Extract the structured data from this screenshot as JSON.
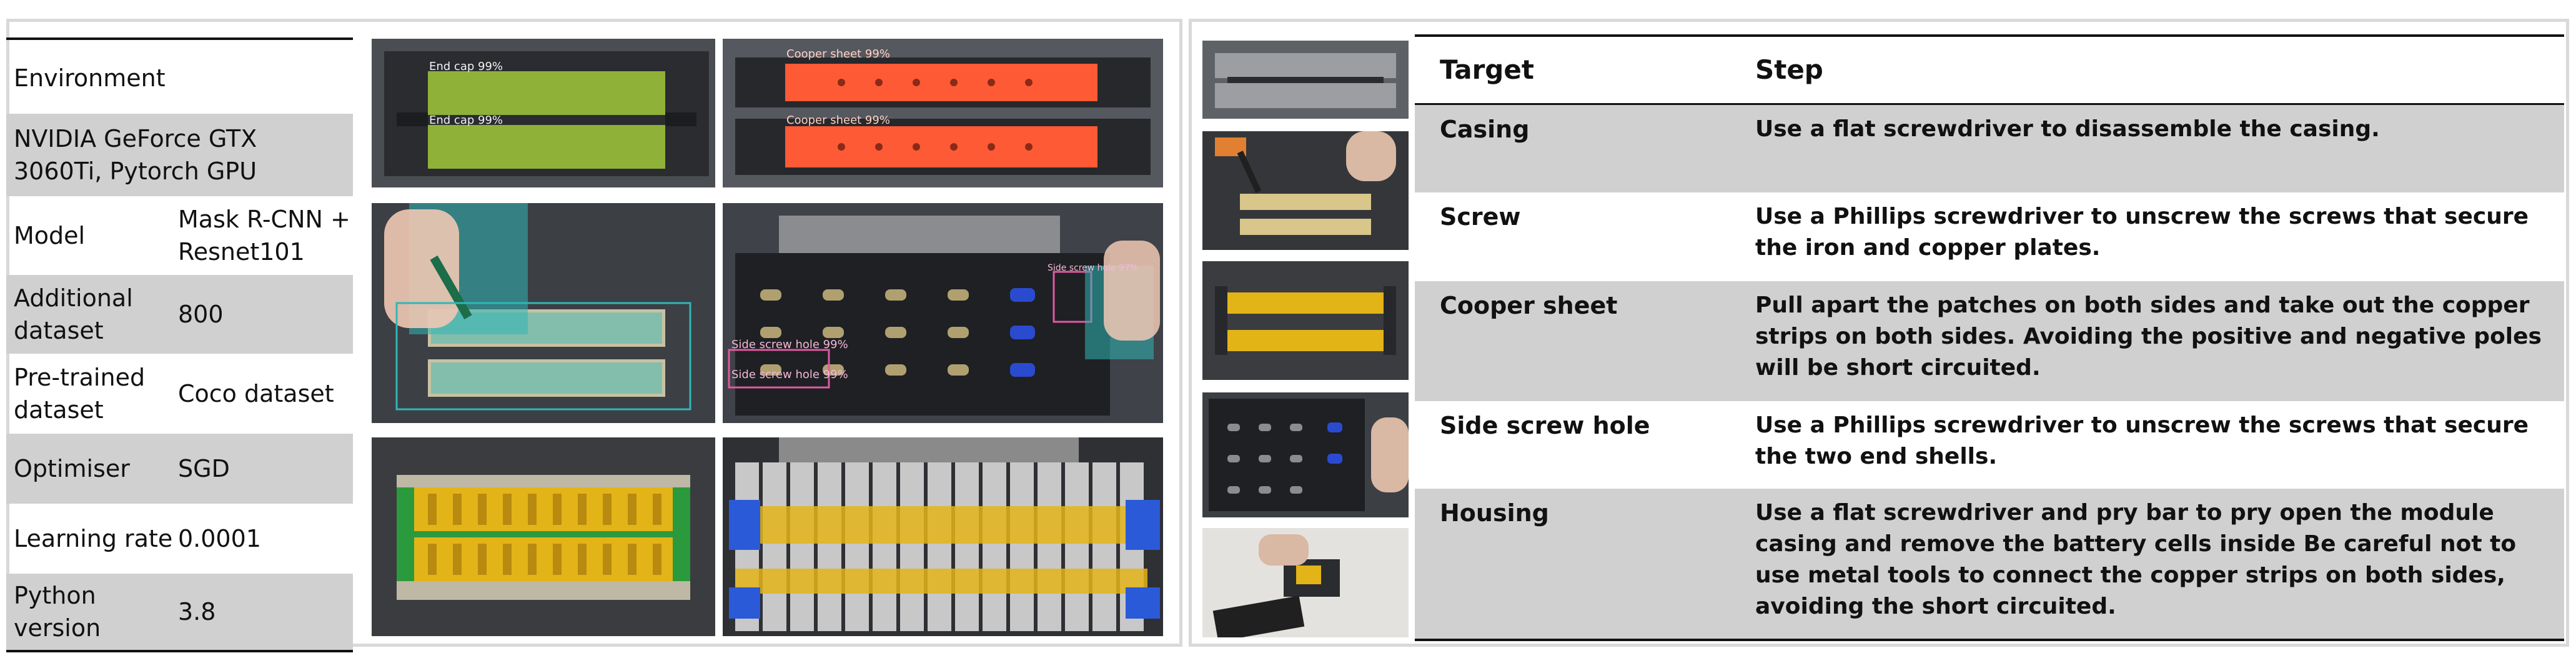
{
  "environment_table": {
    "header": "Environment",
    "gpu": "NVIDIA GeForce GTX 3060Ti, Pytorch GPU",
    "rows": [
      {
        "label": "Model",
        "value": "Mask R-CNN + Resnet101"
      },
      {
        "label": "Additional dataset",
        "value": "800"
      },
      {
        "label": "Pre-trained dataset",
        "value": "Coco dataset"
      },
      {
        "label": "Optimiser",
        "value": "SGD"
      },
      {
        "label": "Learning rate",
        "value": "0.0001"
      },
      {
        "label": "Python version",
        "value": "3.8"
      }
    ]
  },
  "detections": {
    "end_cap_1": "End cap 99%",
    "end_cap_2": "End cap 99%",
    "cooper_1": "Cooper sheet 99%",
    "cooper_2": "Cooper sheet 99%",
    "side_hole_1": "Side screw hole 99%",
    "side_hole_2": "Side screw hole 99%",
    "side_hole_3": "Side screw hole 97%"
  },
  "steps_table": {
    "header_target": "Target",
    "header_step": "Step",
    "rows": [
      {
        "target": "Casing",
        "step": "Use a flat screwdriver to disassemble the casing."
      },
      {
        "target": "Screw",
        "step": "Use a Phillips screwdriver to unscrew the screws that secure the iron and copper plates."
      },
      {
        "target": "Cooper sheet",
        "step": "Pull apart the patches on both sides and take out the copper strips on both sides. Avoiding the positive and negative poles will be short circuited."
      },
      {
        "target": "Side screw hole",
        "step": "Use a Phillips screwdriver to unscrew the screws that secure the two end shells."
      },
      {
        "target": "Housing",
        "step": "Use a flat screwdriver and pry bar to pry open the module casing and remove the battery cells inside Be careful not to use metal tools to connect the copper strips on both sides, avoiding the short circuited."
      }
    ]
  },
  "colors": {
    "end_cap_mask": "#9bc03a",
    "cooper_mask": "#ff5a36",
    "screw_mask": "#2fb7b7",
    "side_hole_mask": "#e05aa0",
    "table_grey": "#d0d0d0"
  }
}
